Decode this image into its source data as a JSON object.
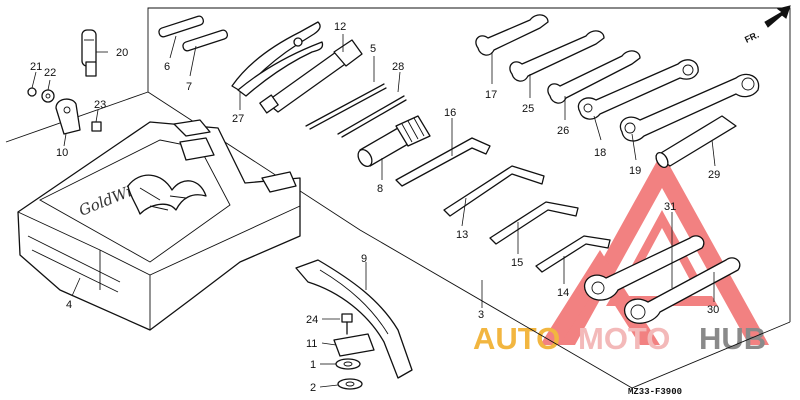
{
  "diagram": {
    "direction_label": "FR.",
    "catalog_code": "MZ33-F3900",
    "logo_text": "GoldWing",
    "watermark": {
      "part1": "AUTO",
      "part2": "MOTO",
      "part3": "HUB"
    },
    "callouts": [
      {
        "id": "c1",
        "text": "1"
      },
      {
        "id": "c2",
        "text": "2"
      },
      {
        "id": "c3",
        "text": "3"
      },
      {
        "id": "c4",
        "text": "4"
      },
      {
        "id": "c5",
        "text": "5"
      },
      {
        "id": "c6",
        "text": "6"
      },
      {
        "id": "c7",
        "text": "7"
      },
      {
        "id": "c8",
        "text": "8"
      },
      {
        "id": "c9",
        "text": "9"
      },
      {
        "id": "c10",
        "text": "10"
      },
      {
        "id": "c11",
        "text": "11"
      },
      {
        "id": "c12",
        "text": "12"
      },
      {
        "id": "c13",
        "text": "13"
      },
      {
        "id": "c14",
        "text": "14"
      },
      {
        "id": "c15",
        "text": "15"
      },
      {
        "id": "c16",
        "text": "16"
      },
      {
        "id": "c17",
        "text": "17"
      },
      {
        "id": "c18",
        "text": "18"
      },
      {
        "id": "c19",
        "text": "19"
      },
      {
        "id": "c20",
        "text": "20"
      },
      {
        "id": "c21",
        "text": "21"
      },
      {
        "id": "c22",
        "text": "22"
      },
      {
        "id": "c23",
        "text": "23"
      },
      {
        "id": "c24",
        "text": "24"
      },
      {
        "id": "c25",
        "text": "25"
      },
      {
        "id": "c26",
        "text": "26"
      },
      {
        "id": "c27",
        "text": "27"
      },
      {
        "id": "c28",
        "text": "28"
      },
      {
        "id": "c29",
        "text": "29"
      },
      {
        "id": "c30",
        "text": "30"
      },
      {
        "id": "c31",
        "text": "31"
      }
    ]
  }
}
